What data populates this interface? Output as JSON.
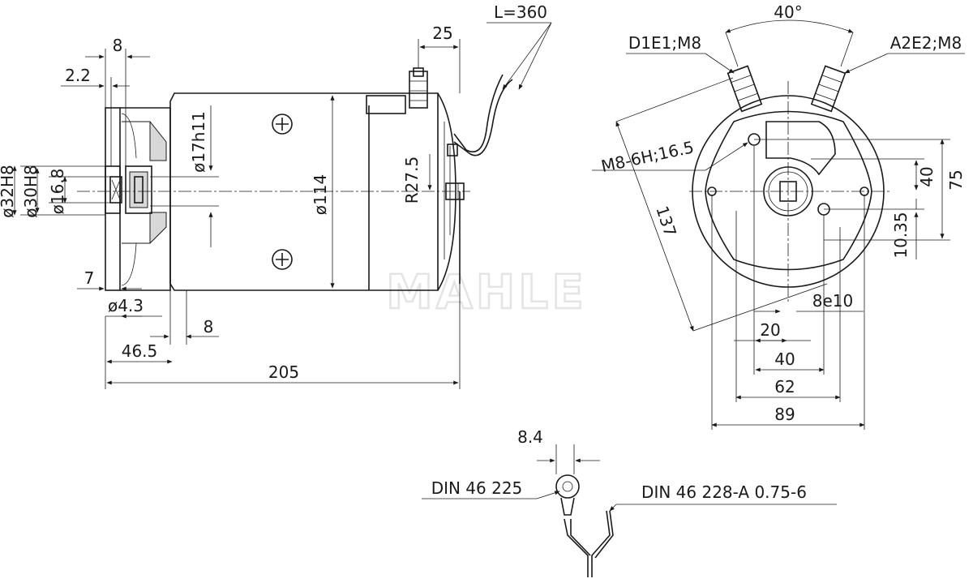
{
  "side_view": {
    "dimensions": {
      "flange_width": "8",
      "offset": "2.2",
      "terminal_offset": "25",
      "cable_length": "L=360",
      "bore_outer": "ø32H8",
      "bore_mid": "ø30H8",
      "bore_inner": "ø16.8",
      "shaft": "ø17h11",
      "housing_diameter": "ø114",
      "end_cap_radius": "R27.5",
      "spigot": "7",
      "hole": "ø4.3",
      "collar": "8",
      "flange_offset": "46.5",
      "total_length": "205"
    }
  },
  "front_view": {
    "dimensions": {
      "terminal_angle": "40°",
      "terminal_left": "D1E1;M8",
      "terminal_right": "A2E2;M8",
      "thread": "M8-6H;16.5",
      "diagonal": "137",
      "height_40": "40",
      "height_75": "75",
      "offset_10_35": "10.35",
      "keyway": "8e10",
      "width_20": "20",
      "width_40": "40",
      "width_62": "62",
      "width_89": "89"
    }
  },
  "connector": {
    "lug_width": "8.4",
    "ring_terminal": "DIN 46 225",
    "wire_spec": "DIN 46 228-A 0.75-6"
  },
  "watermark": "MAHLE"
}
